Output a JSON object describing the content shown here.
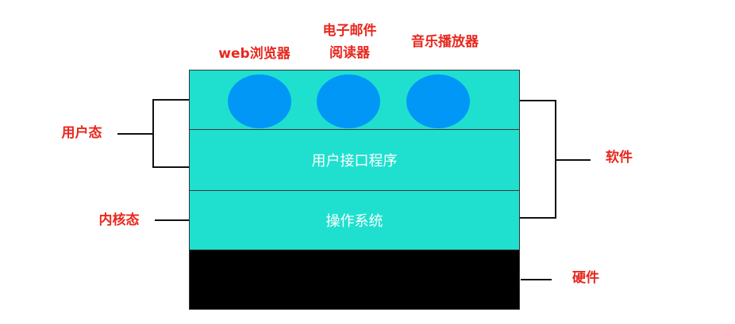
{
  "colors": {
    "label_red": "#e8281e",
    "layer_cyan": "#1fe0cf",
    "hardware_black": "#000000",
    "app_blue": "#0097f7",
    "layer_text": "#ffffff"
  },
  "apps": [
    {
      "line1": "web浏览器",
      "line2": ""
    },
    {
      "line1": "电子邮件",
      "line2": "阅读器"
    },
    {
      "line1": "音乐播放器",
      "line2": ""
    }
  ],
  "layers": {
    "user_interface": "用户接口程序",
    "operating_system": "操作系统"
  },
  "side_labels": {
    "user_mode": "用户态",
    "kernel_mode": "内核态",
    "software": "软件",
    "hardware": "硬件"
  }
}
